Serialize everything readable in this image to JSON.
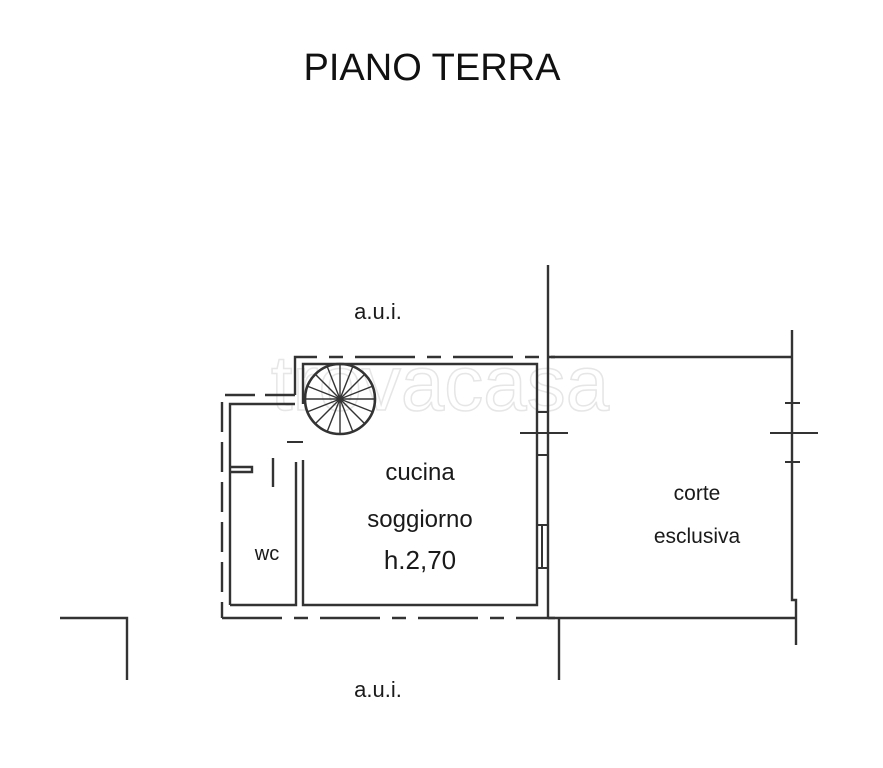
{
  "title": "PIANO   TERRA",
  "labels": {
    "top_neighbor": "a.u.i.",
    "bottom_neighbor": "a.u.i.",
    "room_main_line1": "cucina",
    "room_main_line2": "soggiorno",
    "room_main_height": "h.2,70",
    "room_wc": "wc",
    "courtyard_line1": "corte",
    "courtyard_line2": "esclusiva"
  },
  "watermark": "trovacasa",
  "colors": {
    "line": "#333333",
    "text": "#1a1a1a",
    "watermark": "#e6e6e6",
    "background": "#ffffff"
  }
}
